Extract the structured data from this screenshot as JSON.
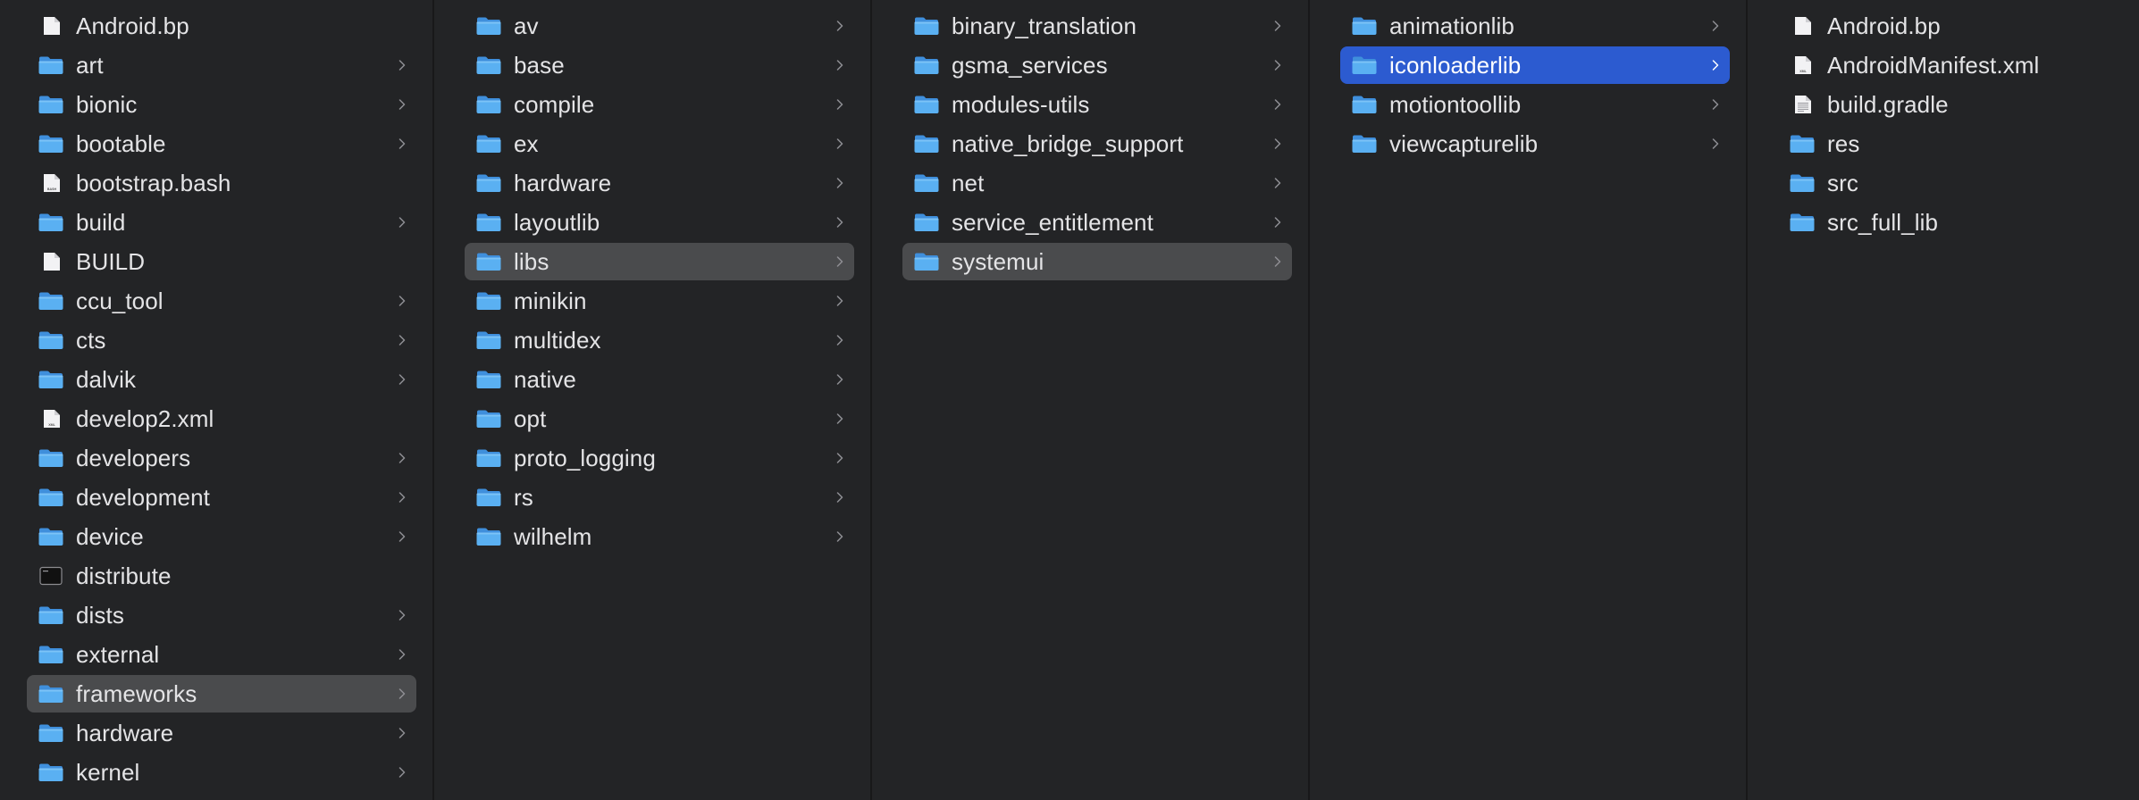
{
  "columns": [
    {
      "items": [
        {
          "name": "Android.bp",
          "kind": "file",
          "icon": "document-icon"
        },
        {
          "name": "art",
          "kind": "folder",
          "icon": "folder-icon"
        },
        {
          "name": "bionic",
          "kind": "folder",
          "icon": "folder-icon"
        },
        {
          "name": "bootable",
          "kind": "folder",
          "icon": "folder-icon"
        },
        {
          "name": "bootstrap.bash",
          "kind": "file",
          "icon": "bash-file-icon"
        },
        {
          "name": "build",
          "kind": "folder",
          "icon": "folder-icon"
        },
        {
          "name": "BUILD",
          "kind": "file",
          "icon": "document-icon"
        },
        {
          "name": "ccu_tool",
          "kind": "folder",
          "icon": "folder-icon"
        },
        {
          "name": "cts",
          "kind": "folder",
          "icon": "folder-icon"
        },
        {
          "name": "dalvik",
          "kind": "folder",
          "icon": "folder-icon"
        },
        {
          "name": "develop2.xml",
          "kind": "file",
          "icon": "xml-file-icon"
        },
        {
          "name": "developers",
          "kind": "folder",
          "icon": "folder-icon"
        },
        {
          "name": "development",
          "kind": "folder",
          "icon": "folder-icon"
        },
        {
          "name": "device",
          "kind": "folder",
          "icon": "folder-icon"
        },
        {
          "name": "distribute",
          "kind": "file",
          "icon": "terminal-exec-icon"
        },
        {
          "name": "dists",
          "kind": "folder",
          "icon": "folder-icon"
        },
        {
          "name": "external",
          "kind": "folder",
          "icon": "folder-icon"
        },
        {
          "name": "frameworks",
          "kind": "folder",
          "icon": "folder-icon",
          "selected": "path"
        },
        {
          "name": "hardware",
          "kind": "folder",
          "icon": "folder-icon"
        },
        {
          "name": "kernel",
          "kind": "folder",
          "icon": "folder-icon"
        }
      ]
    },
    {
      "items": [
        {
          "name": "av",
          "kind": "folder",
          "icon": "folder-icon"
        },
        {
          "name": "base",
          "kind": "folder",
          "icon": "folder-icon"
        },
        {
          "name": "compile",
          "kind": "folder",
          "icon": "folder-icon"
        },
        {
          "name": "ex",
          "kind": "folder",
          "icon": "folder-icon"
        },
        {
          "name": "hardware",
          "kind": "folder",
          "icon": "folder-icon"
        },
        {
          "name": "layoutlib",
          "kind": "folder",
          "icon": "folder-icon"
        },
        {
          "name": "libs",
          "kind": "folder",
          "icon": "folder-icon",
          "selected": "path"
        },
        {
          "name": "minikin",
          "kind": "folder",
          "icon": "folder-icon"
        },
        {
          "name": "multidex",
          "kind": "folder",
          "icon": "folder-icon"
        },
        {
          "name": "native",
          "kind": "folder",
          "icon": "folder-icon"
        },
        {
          "name": "opt",
          "kind": "folder",
          "icon": "folder-icon"
        },
        {
          "name": "proto_logging",
          "kind": "folder",
          "icon": "folder-icon"
        },
        {
          "name": "rs",
          "kind": "folder",
          "icon": "folder-icon"
        },
        {
          "name": "wilhelm",
          "kind": "folder",
          "icon": "folder-icon"
        }
      ]
    },
    {
      "items": [
        {
          "name": "binary_translation",
          "kind": "folder",
          "icon": "folder-icon"
        },
        {
          "name": "gsma_services",
          "kind": "folder",
          "icon": "folder-icon"
        },
        {
          "name": "modules-utils",
          "kind": "folder",
          "icon": "folder-icon"
        },
        {
          "name": "native_bridge_support",
          "kind": "folder",
          "icon": "folder-icon"
        },
        {
          "name": "net",
          "kind": "folder",
          "icon": "folder-icon"
        },
        {
          "name": "service_entitlement",
          "kind": "folder",
          "icon": "folder-icon"
        },
        {
          "name": "systemui",
          "kind": "folder",
          "icon": "folder-icon",
          "selected": "path"
        }
      ]
    },
    {
      "items": [
        {
          "name": "animationlib",
          "kind": "folder",
          "icon": "folder-icon"
        },
        {
          "name": "iconloaderlib",
          "kind": "folder",
          "icon": "folder-icon",
          "selected": "active"
        },
        {
          "name": "motiontoollib",
          "kind": "folder",
          "icon": "folder-icon"
        },
        {
          "name": "viewcapturelib",
          "kind": "folder",
          "icon": "folder-icon"
        }
      ]
    },
    {
      "items": [
        {
          "name": "Android.bp",
          "kind": "file",
          "icon": "document-icon"
        },
        {
          "name": "AndroidManifest.xml",
          "kind": "file",
          "icon": "xml-file-icon"
        },
        {
          "name": "build.gradle",
          "kind": "file",
          "icon": "text-file-icon"
        },
        {
          "name": "res",
          "kind": "folder",
          "icon": "folder-icon"
        },
        {
          "name": "src",
          "kind": "folder",
          "icon": "folder-icon"
        },
        {
          "name": "src_full_lib",
          "kind": "folder",
          "icon": "folder-icon"
        }
      ]
    }
  ],
  "colors": {
    "background": "#232426",
    "text": "#e4e4e6",
    "path_selection": "#4a4b4d",
    "active_selection": "#2c5bd0",
    "folder_blue": "#5ab0f2",
    "chevron": "#8e8e93"
  },
  "badges": {
    "bash": "BASH",
    "xml": "XML"
  }
}
